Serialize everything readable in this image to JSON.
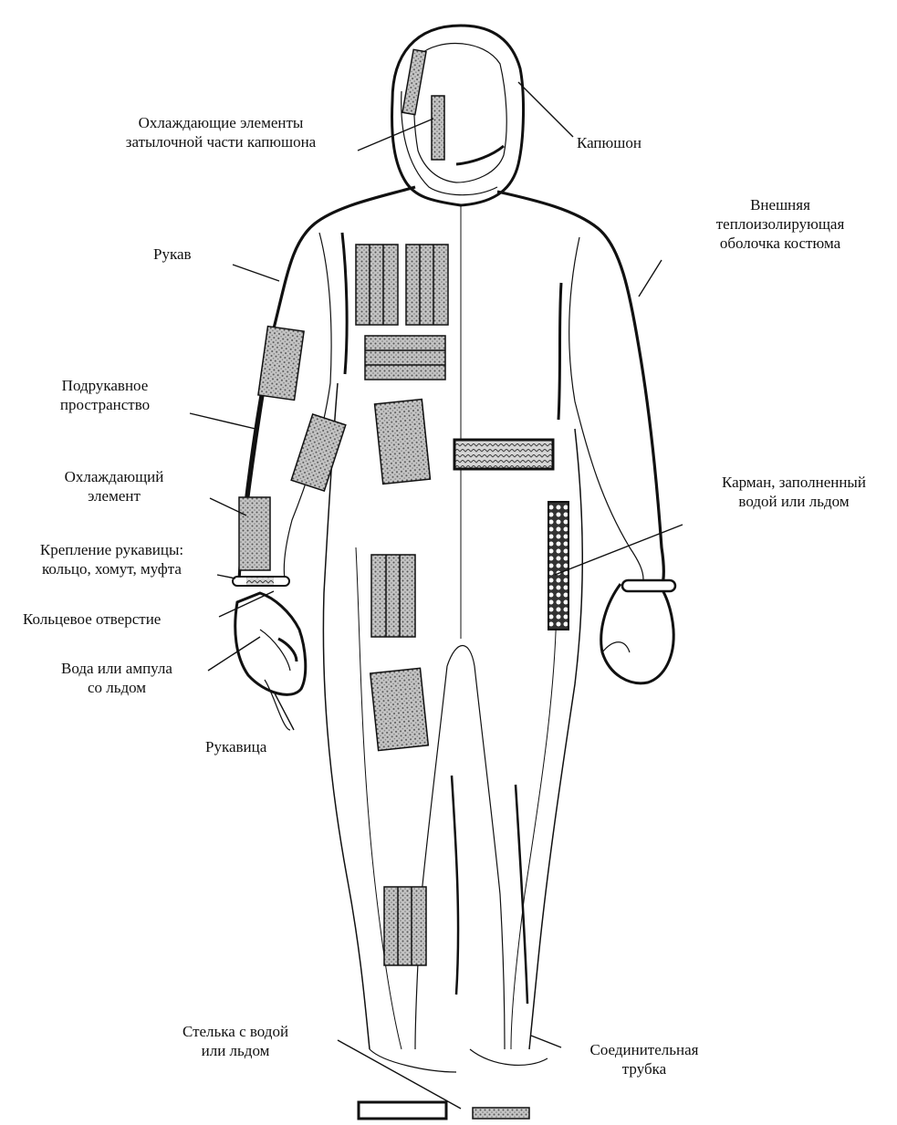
{
  "labels": {
    "hood_cooling": [
      "Охлаждающие элементы",
      "затылочной части капюшона"
    ],
    "hood": [
      "Капюшон"
    ],
    "outer_shell": [
      "Внешняя",
      "теплоизолирующая",
      "оболочка костюма"
    ],
    "sleeve": [
      "Рукав"
    ],
    "underarm": [
      "Подрукавное",
      "пространство"
    ],
    "cooling_element": [
      "Охлаждающий",
      "элемент"
    ],
    "mitten_fastening": [
      "Крепление рукавицы:",
      "кольцо, хомут, муфта"
    ],
    "ring_opening": [
      "Кольцевое отверстие"
    ],
    "water_ampoule": [
      "Вода или ампула",
      "со льдом"
    ],
    "mitten": [
      "Рукавица"
    ],
    "pocket": [
      "Карман, заполненный",
      "водой или льдом"
    ],
    "insole": [
      "Стелька с водой",
      "или льдом"
    ],
    "connecting_tube": [
      "Соединительная",
      "трубка"
    ]
  },
  "colors": {
    "outline": "#111111",
    "pad_fill": "#b8b8b8",
    "pad_stripe": "#444444"
  }
}
